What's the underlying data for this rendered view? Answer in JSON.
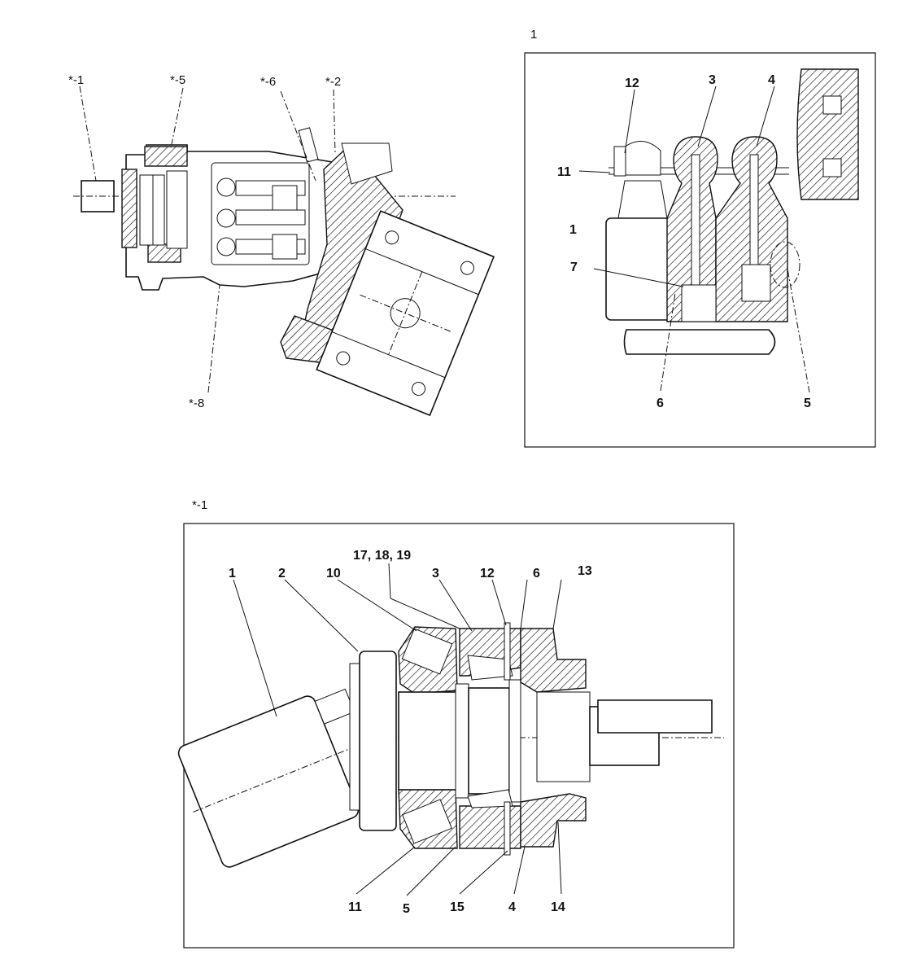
{
  "overview": {
    "callouts": [
      "*-1",
      "*-5",
      "*-6",
      "*-2",
      "*-8"
    ]
  },
  "detail_a": {
    "ref_label": "1",
    "callouts": [
      "12",
      "3",
      "4",
      "11",
      "1",
      "7",
      "6",
      "5"
    ]
  },
  "detail_b": {
    "ref_label": "*-1",
    "callouts": [
      "1",
      "2",
      "10",
      "17, 18, 19",
      "3",
      "12",
      "6",
      "13",
      "11",
      "5",
      "15",
      "4",
      "14"
    ]
  }
}
